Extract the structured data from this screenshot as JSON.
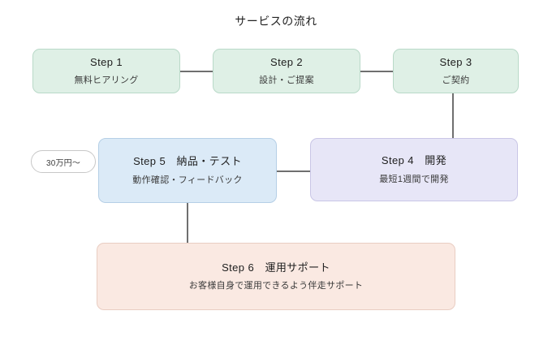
{
  "diagram": {
    "title": "サービスの流れ",
    "accents": {
      "green_fill": "#dff0e6",
      "green_stroke": "#b9d9c8",
      "blue_fill": "#dbeaf7",
      "blue_stroke": "#b5cfe6",
      "purple_fill": "#e7e6f7",
      "purple_stroke": "#c9c6e6",
      "pink_fill": "#fae9e2",
      "pink_stroke": "#e9cdc2",
      "edge_color": "#6f6f6f",
      "badge_stroke": "#c8c8c8",
      "background": "#ffffff"
    },
    "nodes": [
      {
        "id": "step1",
        "head": "Step 1",
        "sub": "無料ヒアリング"
      },
      {
        "id": "step2",
        "head": "Step 2",
        "sub": "設計・ご提案"
      },
      {
        "id": "step3",
        "head": "Step 3",
        "sub": "ご契約"
      },
      {
        "id": "step5",
        "head": "Step 5　納品・テスト",
        "sub": "動作確認・フィードバック"
      },
      {
        "id": "step4",
        "head": "Step 4　開発",
        "sub": "最短1週間で開発"
      },
      {
        "id": "step6",
        "head": "Step 6　運用サポート",
        "sub": "お客様自身で運用できるよう伴走サポート"
      }
    ],
    "badge": {
      "label": "30万円〜"
    },
    "edges": [
      {
        "from": "step1",
        "to": "step2",
        "orientation": "horizontal"
      },
      {
        "from": "step2",
        "to": "step3",
        "orientation": "horizontal"
      },
      {
        "from": "step3",
        "to": "step4",
        "orientation": "vertical"
      },
      {
        "from": "step4",
        "to": "step5",
        "orientation": "horizontal"
      },
      {
        "from": "step5",
        "to": "step6",
        "orientation": "vertical"
      }
    ]
  }
}
